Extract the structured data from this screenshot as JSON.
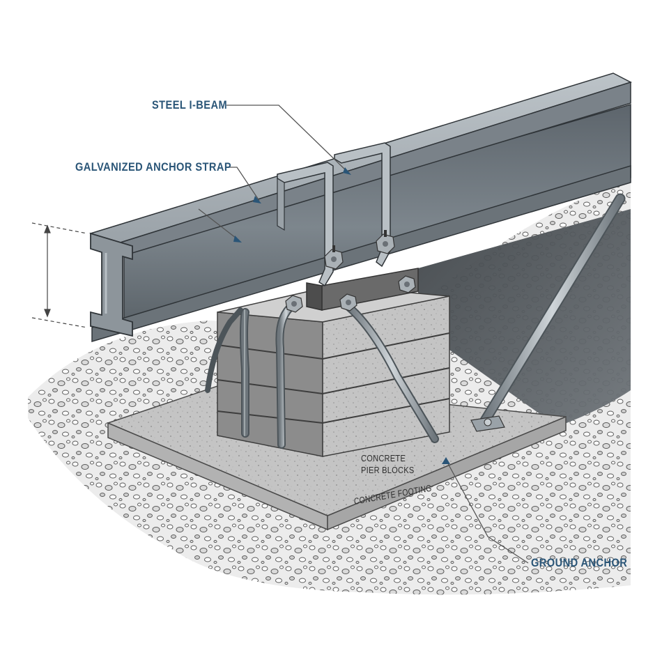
{
  "labels": {
    "steel_i_beam": "STEEL I-BEAM",
    "galvanized_anchor_strap": "GALVANIZED ANCHOR STRAP",
    "concrete_pier_blocks_line1": "CONCRETE",
    "concrete_pier_blocks_line2": "PIER BLOCKS",
    "concrete_footing": "CONCRETE FOOTING",
    "ground_anchor": "GROUND ANCHOR"
  },
  "colors": {
    "label_text": "#2a5577",
    "leader_line": "#555555",
    "steel": "#8a9299",
    "concrete": "#c9c9c9",
    "gravel": "#e6e6e6",
    "background": "#ffffff"
  }
}
